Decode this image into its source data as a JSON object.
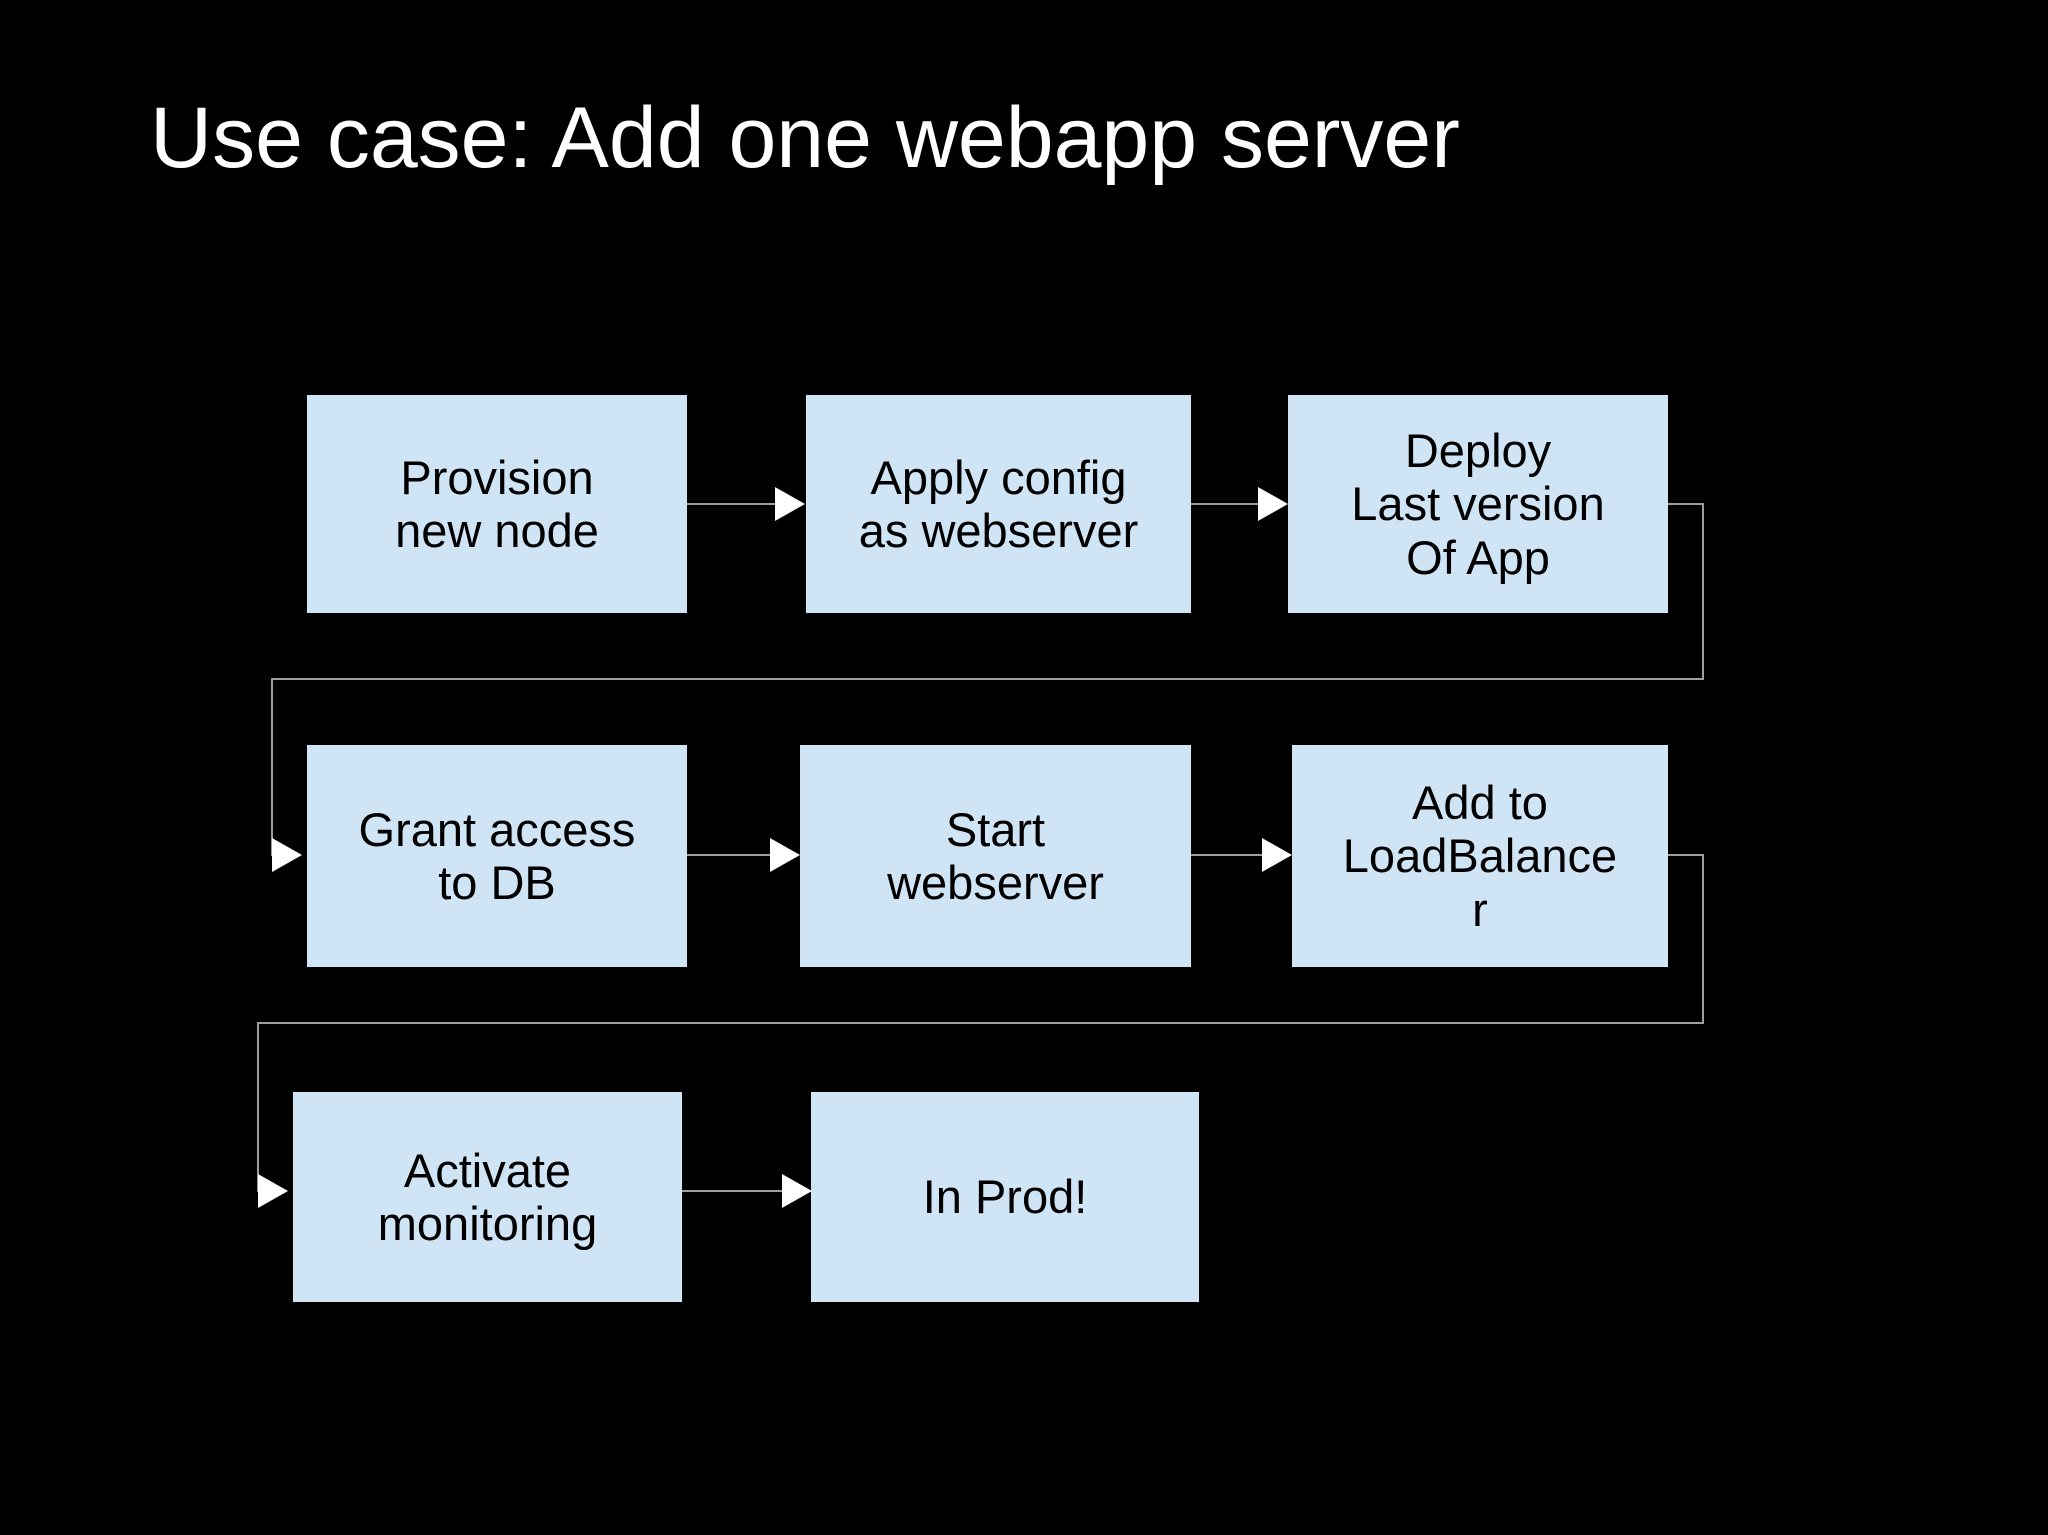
{
  "slide": {
    "title": "Use case: Add one webapp server",
    "background_color": "#000000",
    "title_color": "#ffffff",
    "node_fill_color": "#cfe4f4",
    "node_text_color": "#000000",
    "connector_color": "#9d9d9d",
    "arrowhead_color": "#ffffff"
  },
  "flow": {
    "rows": [
      {
        "nodes": [
          {
            "id": "provision-new-node",
            "lines": [
              "Provision",
              "new node"
            ]
          },
          {
            "id": "apply-config-as-webserver",
            "lines": [
              "Apply config",
              "as webserver"
            ]
          },
          {
            "id": "deploy-last-version-of-app",
            "lines": [
              "Deploy",
              "Last version",
              "Of App"
            ]
          }
        ]
      },
      {
        "nodes": [
          {
            "id": "grant-access-to-db",
            "lines": [
              "Grant access",
              "to DB"
            ]
          },
          {
            "id": "start-webserver",
            "lines": [
              "Start",
              "webserver"
            ]
          },
          {
            "id": "add-to-loadbalancer",
            "lines": [
              "Add to",
              "LoadBalance",
              "r"
            ]
          }
        ]
      },
      {
        "nodes": [
          {
            "id": "activate-monitoring",
            "lines": [
              "Activate",
              "monitoring"
            ]
          },
          {
            "id": "in-prod",
            "lines": [
              "In Prod!"
            ]
          }
        ]
      }
    ],
    "node_text": {
      "n1_l1": "Provision",
      "n1_l2": "new node",
      "n2_l1": "Apply config",
      "n2_l2": "as webserver",
      "n3_l1": "Deploy",
      "n3_l2": "Last version",
      "n3_l3": "Of App",
      "n4_l1": "Grant access",
      "n4_l2": "to DB",
      "n5_l1": "Start",
      "n5_l2": "webserver",
      "n6_l1": "Add to",
      "n6_l2": "LoadBalance",
      "n6_l3": "r",
      "n7_l1": "Activate",
      "n7_l2": "monitoring",
      "n8_l1": "In Prod!"
    }
  }
}
